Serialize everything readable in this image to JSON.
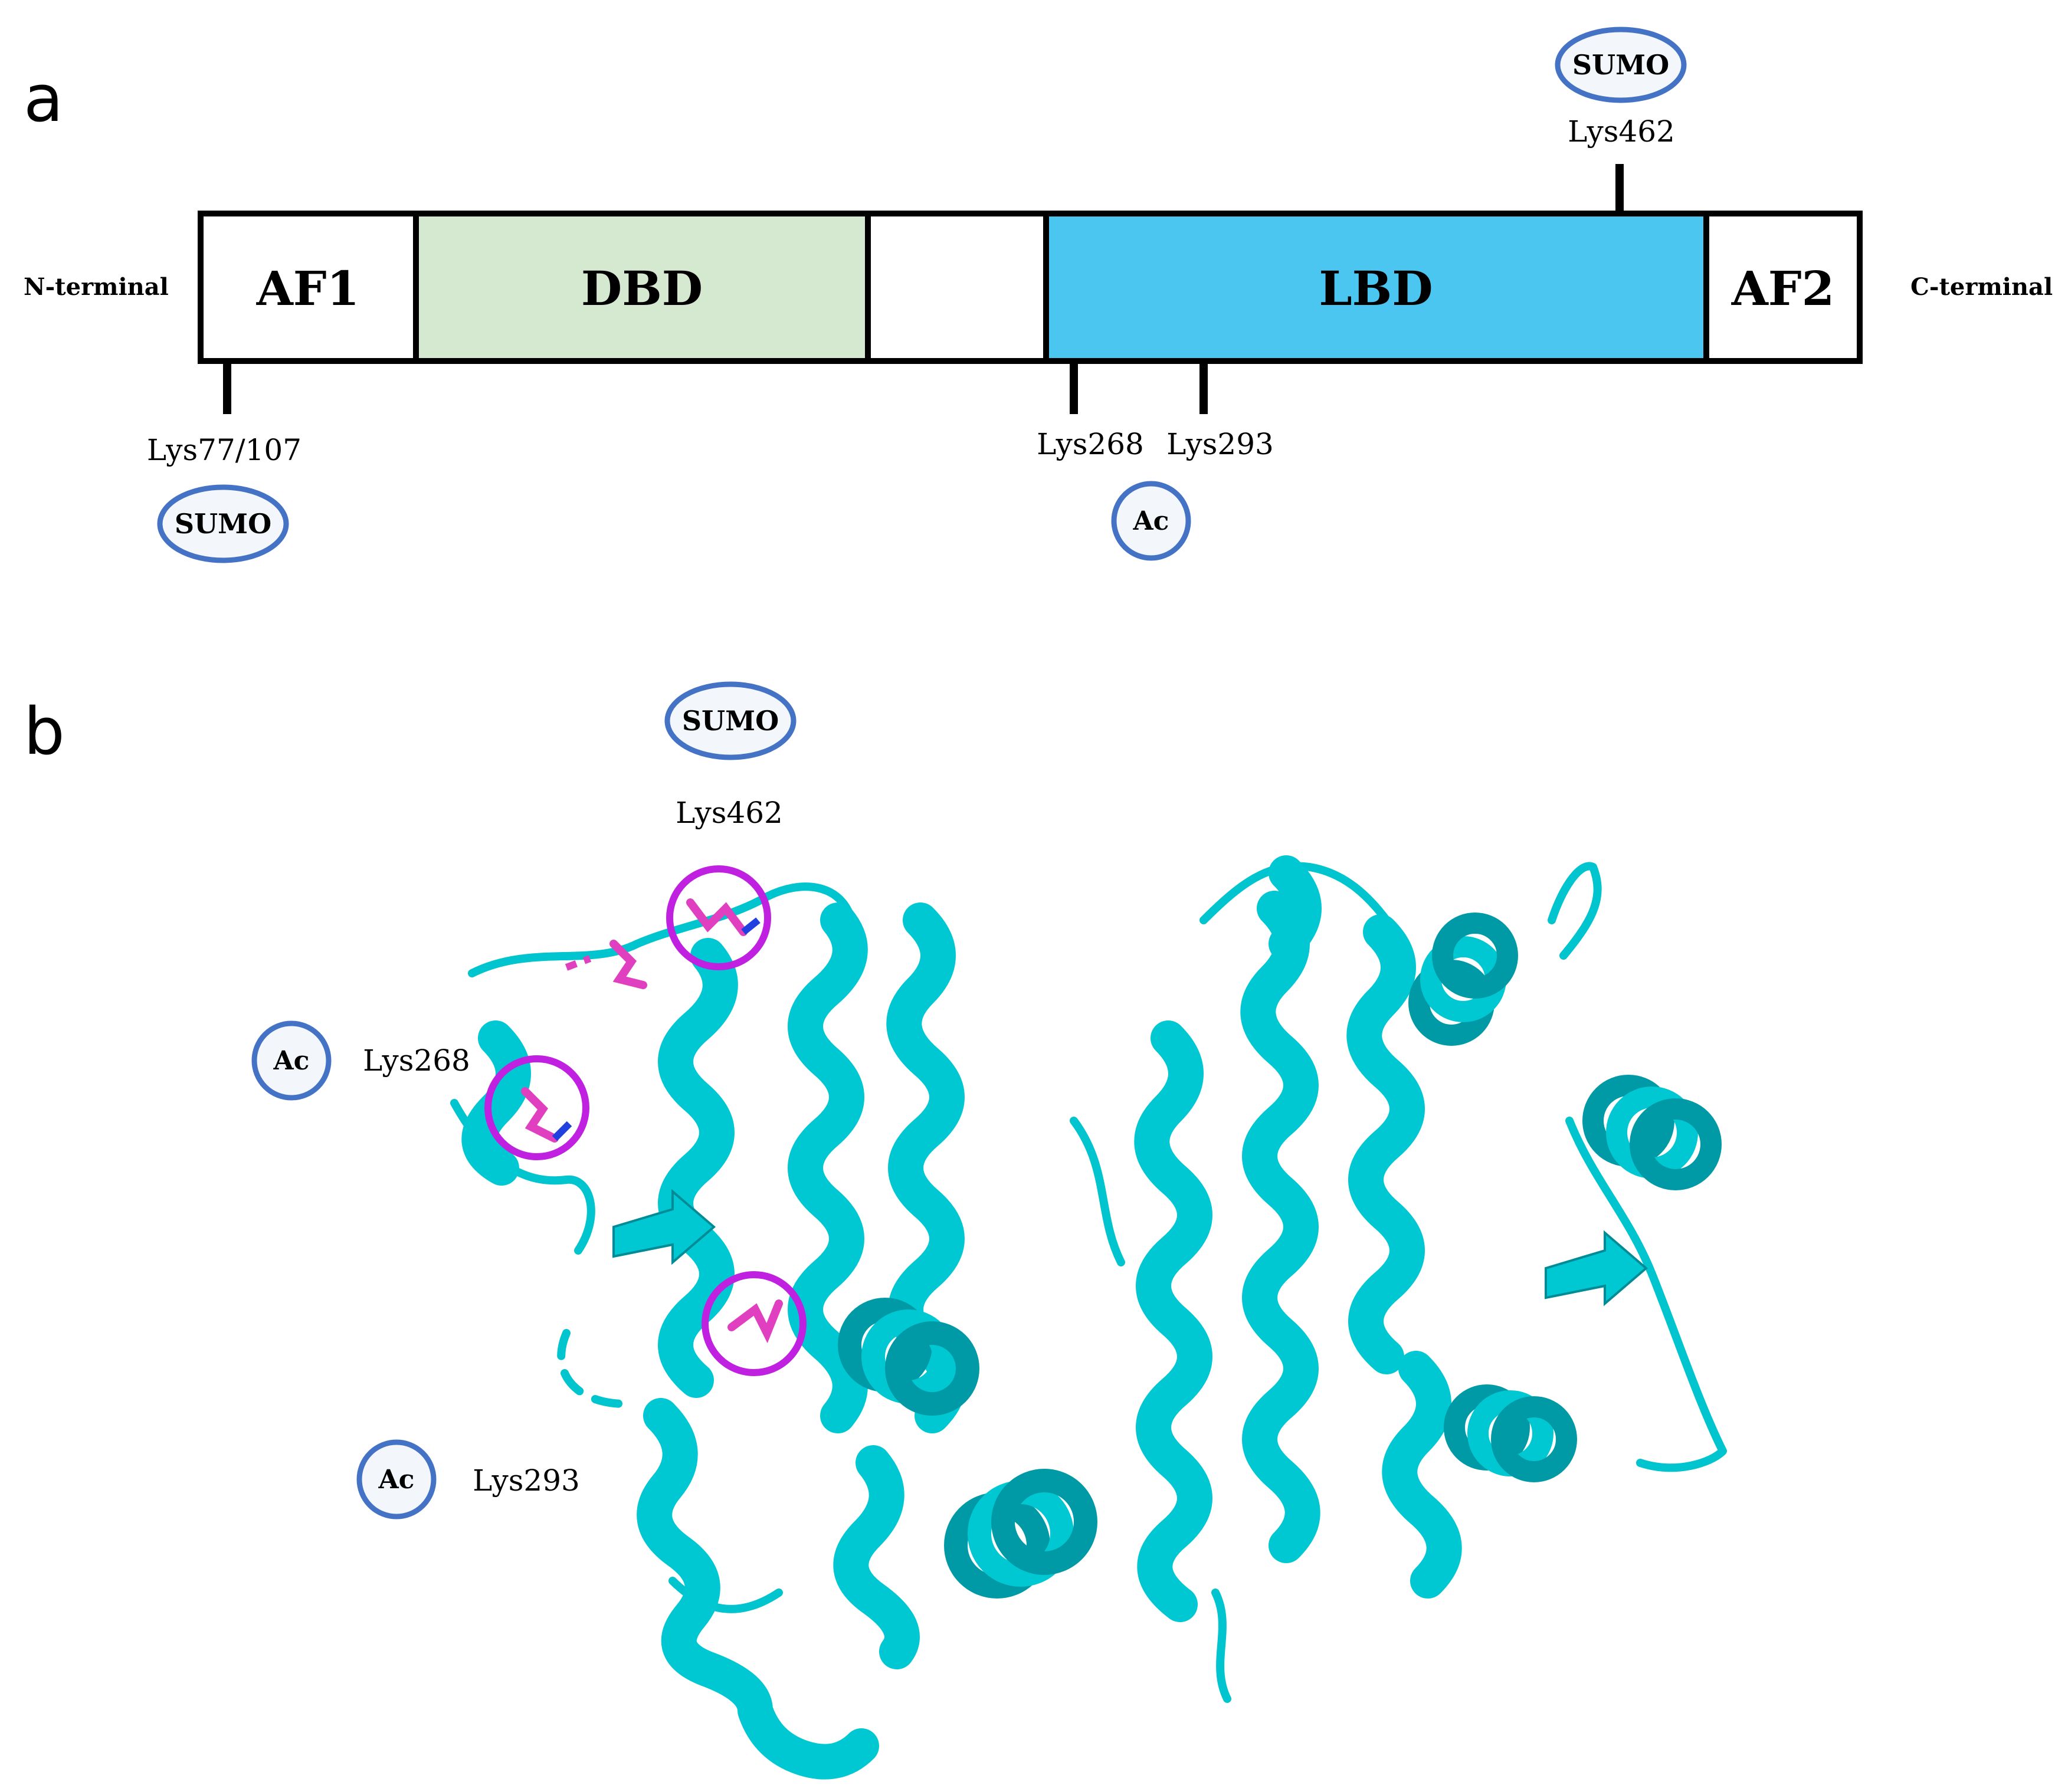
{
  "panel_a": {
    "letter": "a",
    "n_terminal": "N-terminal",
    "c_terminal": "C-terminal",
    "domains": {
      "af1": "AF1",
      "dbd": "DBD",
      "hinge": "",
      "lbd": "LBD",
      "af2": "AF2"
    },
    "colors": {
      "dbd": "#d5e8d0",
      "lbd": "#4ac6f0",
      "badge_stroke": "#4472c4",
      "badge_fill": "#f3f7fc"
    },
    "sites": {
      "lys77": {
        "label": "Lys77/107",
        "modification": "SUMO"
      },
      "lys268": {
        "label": "Lys268"
      },
      "lys293": {
        "label": "Lys293"
      },
      "ac_badge": "Ac",
      "lys462": {
        "label": "Lys462",
        "modification": "SUMO"
      }
    }
  },
  "panel_b": {
    "letter": "b",
    "sumo": "SUMO",
    "lys462": "Lys462",
    "ac_268": "Ac",
    "lys268": "Lys268",
    "ac_293": "Ac",
    "lys293": "Lys293",
    "colors": {
      "ribbon": "#00c8d2",
      "highlight_circle": "#c020e0",
      "residue": "#e040c0"
    },
    "icons": [
      "protein-ribbon-structure",
      "highlight-circle"
    ]
  }
}
